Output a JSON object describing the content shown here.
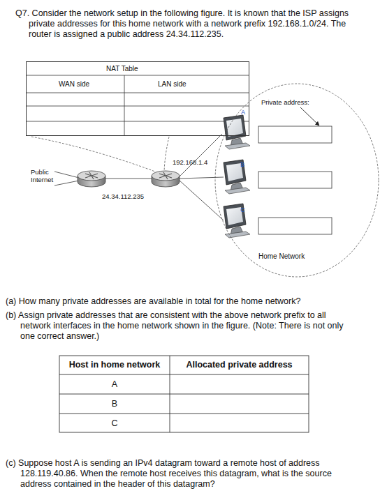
{
  "diagram": {
    "nodes": [
      {
        "text": [
          "NAT Table"
        ]
      },
      {
        "text": [
          "Home Network"
        ]
      }
    ],
    "labels": [
      "Q7. Consider the network setup in the following figure. It is known that the ISP assigns private addresses for this home network with a network prefix 192.168.1.0/24. The router is assigned a public address 24.34.112.235.",
      "WAN side",
      "LAN side",
      "Public Internet",
      "192.168.1.4",
      "24.34.112.235",
      "Private address:",
      "A",
      "B",
      "C",
      "(a) How many private addresses are available in total for the home network?",
      "(b) Assign private addresses that are consistent with the above network prefix to all network interfaces in the home network shown in the figure. (Note: There is not only one correct answer.)",
      "Host in home network",
      "Allocated private address",
      "A",
      "B",
      "C",
      "(c) Suppose host A is sending an IPv4 datagram toward a remote host of address 128.119.40.86. When the remote host receives this datagram, what is the source address contained in the header of this datagram?"
    ]
  }
}
